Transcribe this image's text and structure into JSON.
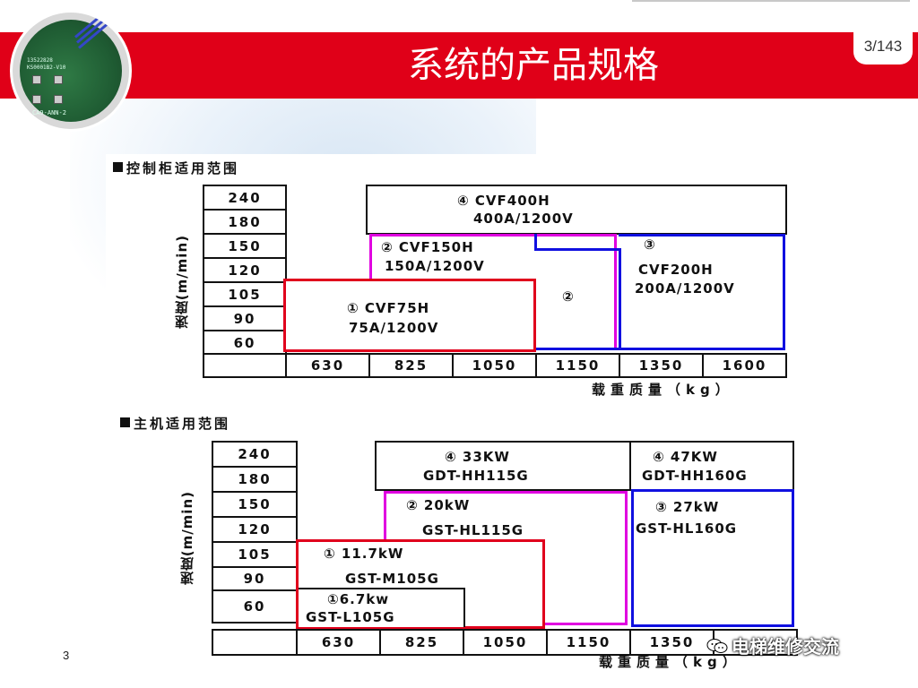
{
  "slide": {
    "title": "系统的产品规格",
    "page_indicator": "3/143",
    "footer_page_number": "3"
  },
  "logo": {
    "board_label_1": "13522828",
    "board_label_2": "KS0001B2-V10",
    "board_label_3": "CA9-ANN-2"
  },
  "watermark": {
    "text": "电梯维修交流",
    "icon": "wechat-icon"
  },
  "colors": {
    "title_bar": "#e00018",
    "red_box": "#e0001c",
    "magenta_box": "#e000e0",
    "blue_box": "#1010e0"
  },
  "controller_section": {
    "heading": "控制柜适用范围",
    "y_axis_label": "速度(m/min)",
    "x_axis_label": "载重质量（kg）",
    "speeds": [
      "240",
      "180",
      "150",
      "120",
      "105",
      "90",
      "60"
    ],
    "loads": [
      "630",
      "825",
      "1050",
      "1150",
      "1350",
      "1600"
    ],
    "blocks": {
      "cvf400": {
        "line1": "④ CVF400H",
        "line2": "400A/1200V"
      },
      "cvf150": {
        "line1": "② CVF150H",
        "line2": "150A/1200V",
        "circle": "②"
      },
      "cvf200": {
        "line1": "③",
        "line2": "CVF200H",
        "line3": "200A/1200V"
      },
      "cvf75": {
        "line1": "① CVF75H",
        "line2": "75A/1200V"
      }
    }
  },
  "motor_section": {
    "heading": "主机适用范围",
    "y_axis_label": "速度(m/min)",
    "x_axis_label": "载重质量（kg）",
    "speeds": [
      "240",
      "180",
      "150",
      "120",
      "105",
      "90",
      "60"
    ],
    "loads": [
      "630",
      "825",
      "1050",
      "1150",
      "1350",
      ""
    ],
    "blocks": {
      "hh115": {
        "line1": "④ 33KW",
        "line2": "GDT-HH115G"
      },
      "hh160": {
        "line1": "④ 47KW",
        "line2": "GDT-HH160G"
      },
      "hl115": {
        "line1": "②  20kW",
        "line2": "GST-HL115G"
      },
      "hl160": {
        "line1": "③  27kW",
        "line2": "GST-HL160G"
      },
      "m105": {
        "line1": "①  11.7kW",
        "line2": "GST-M105G"
      },
      "l105": {
        "line1": "①6.7kw",
        "line2": "GST-L105G"
      }
    }
  }
}
